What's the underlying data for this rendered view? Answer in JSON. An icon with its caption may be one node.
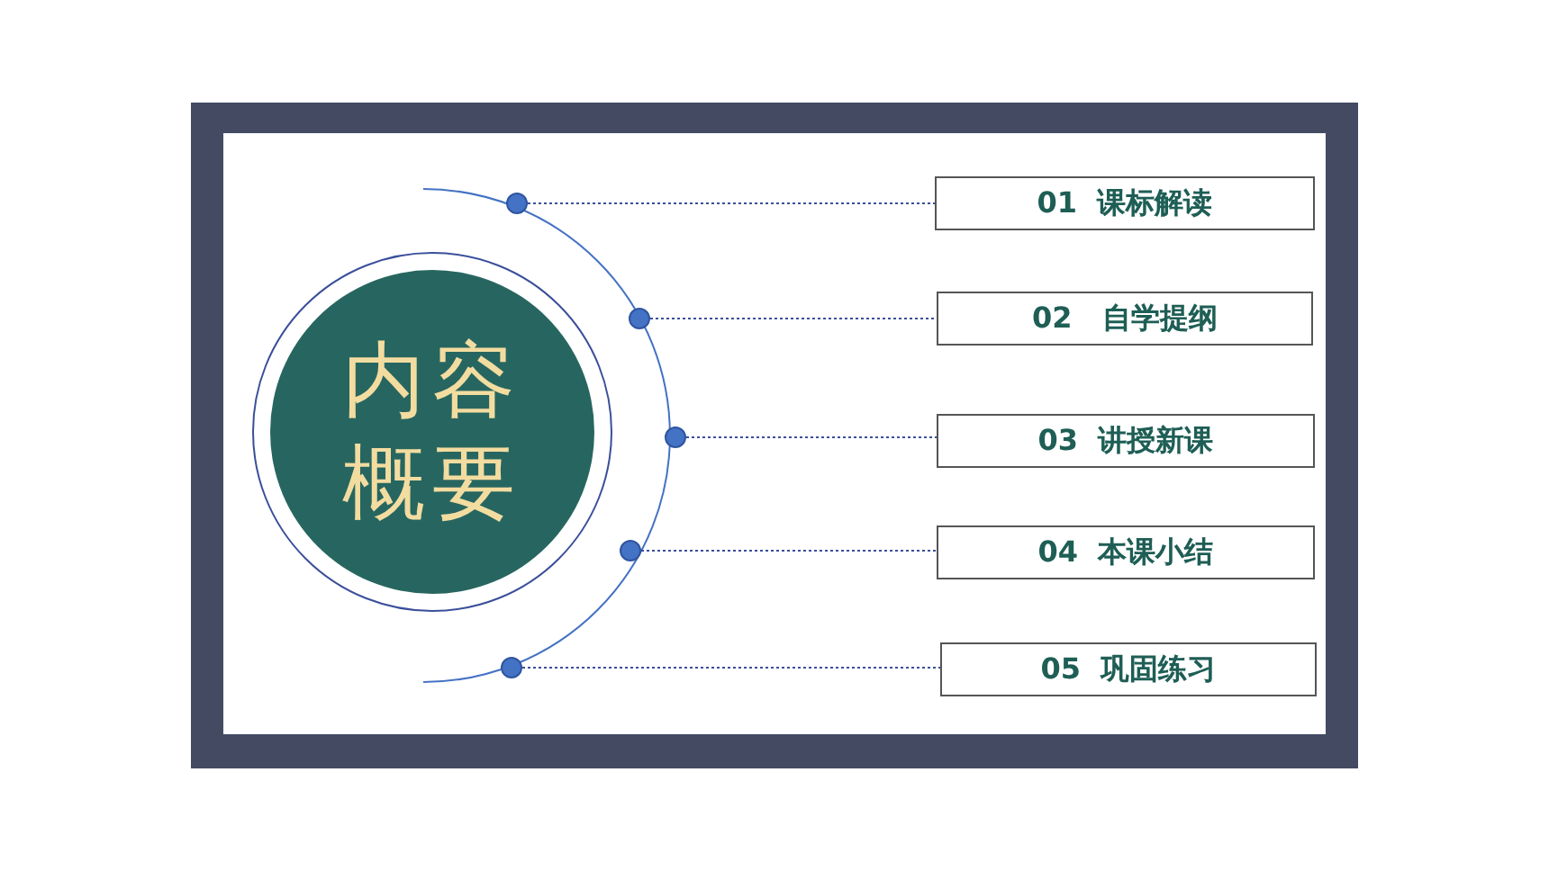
{
  "diagram": {
    "nodes": [
      {
        "text": [
          "内容概要"
        ]
      },
      {
        "text": [],
        "shape": "circle"
      },
      {
        "text": [],
        "shape": "circle"
      },
      {
        "text": [],
        "shape": "circle"
      },
      {
        "text": [],
        "shape": "circle"
      },
      {
        "text": [],
        "shape": "circle"
      },
      {
        "text": [
          "01  课标解读"
        ]
      },
      {
        "text": [
          "02   自学提纲"
        ]
      },
      {
        "text": [
          "03  讲授新课"
        ]
      },
      {
        "text": [
          "04  本课小结"
        ]
      },
      {
        "text": [
          "05  巩固练习"
        ]
      }
    ],
    "edges": [
      {
        "from": 1,
        "to": 6,
        "arrow": "none",
        "style": "dashed"
      },
      {
        "from": 2,
        "to": 7,
        "arrow": "none",
        "style": "dashed"
      },
      {
        "from": 3,
        "to": 8,
        "arrow": "none",
        "style": "dashed"
      },
      {
        "from": 4,
        "to": 9,
        "arrow": "none",
        "style": "dashed"
      },
      {
        "from": 5,
        "to": 10,
        "arrow": "none",
        "style": "dashed"
      }
    ]
  }
}
